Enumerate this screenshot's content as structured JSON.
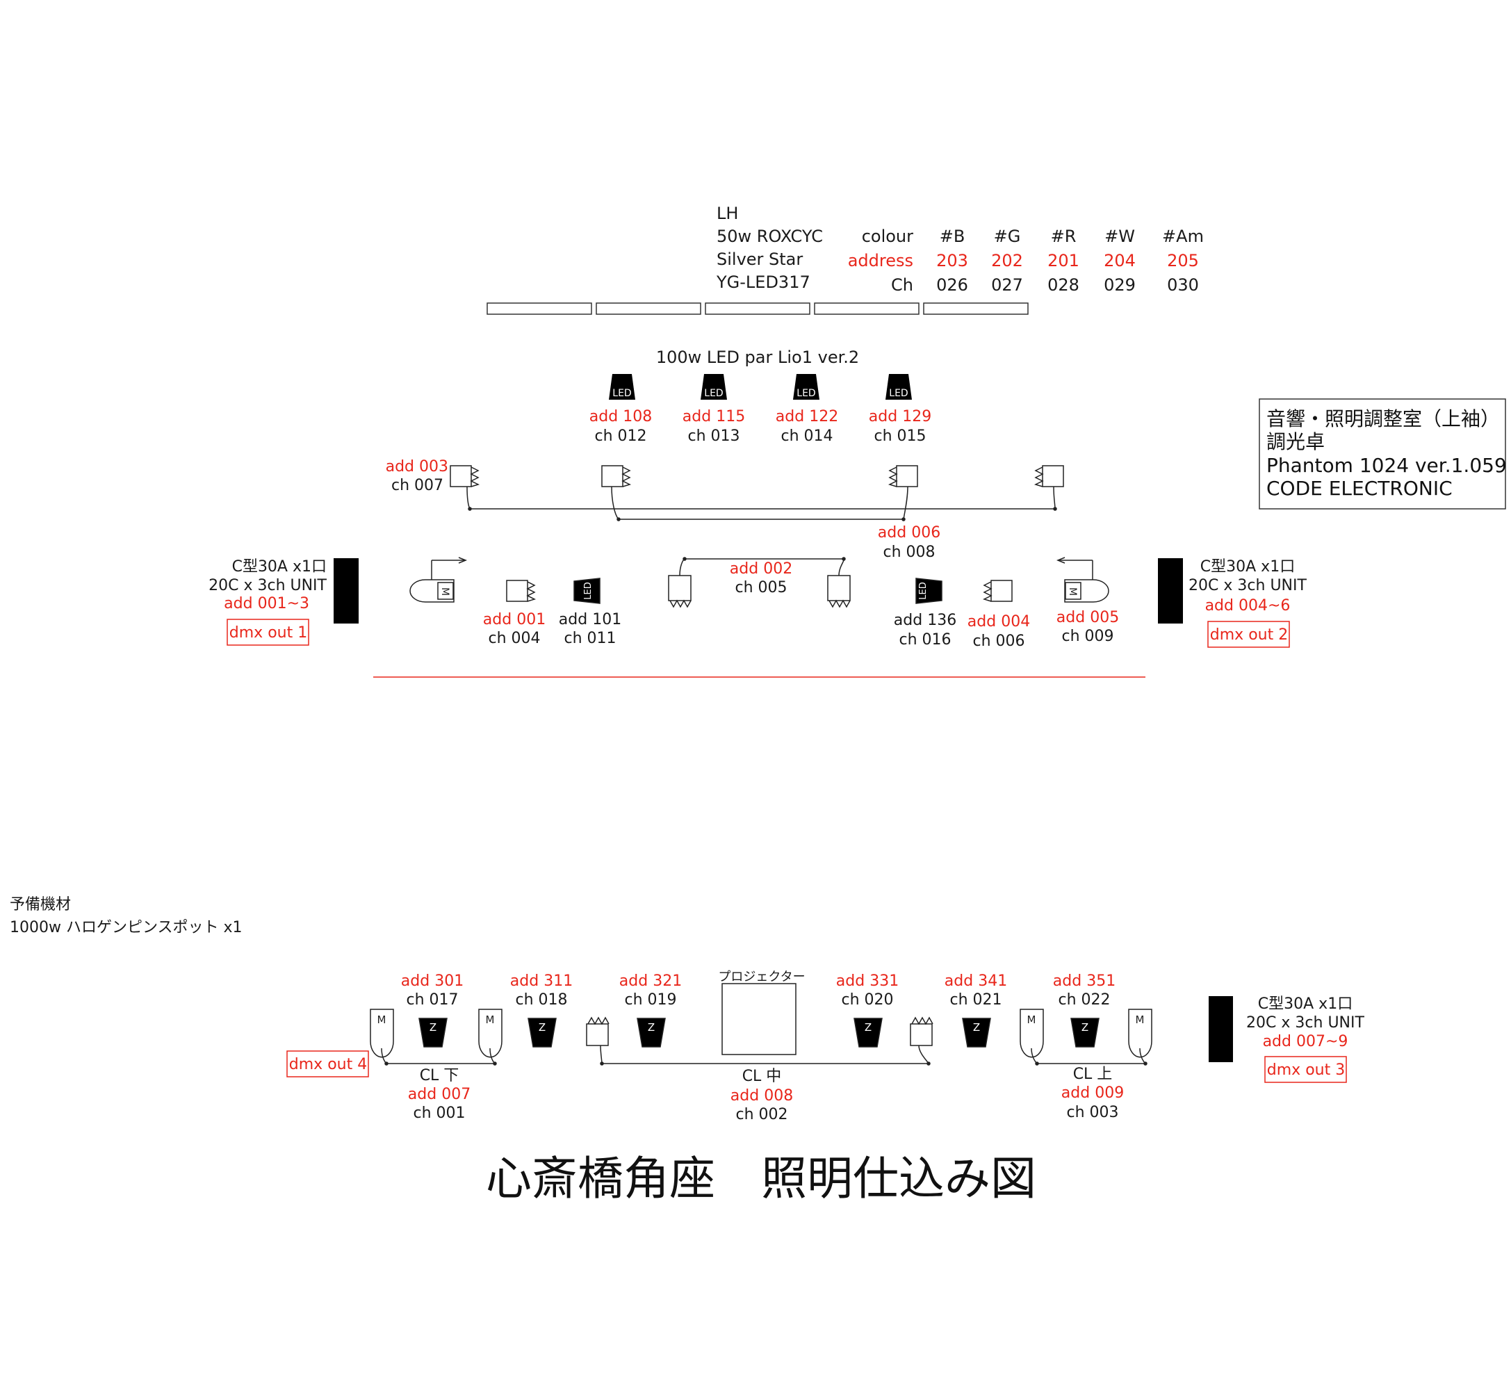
{
  "title": "心斎橋角座　照明仕込み図",
  "colors": {
    "red": "#e8261b",
    "black": "#000000",
    "line": "#222222"
  },
  "lh": {
    "lines": [
      "LH",
      "50w ROXCYC",
      "Silver Star",
      "YG-LED317"
    ],
    "row_labels": {
      "colour": "colour",
      "address": "address",
      "ch": "Ch"
    },
    "columns": [
      {
        "colour": "#B",
        "address": "203",
        "ch": "026"
      },
      {
        "colour": "#G",
        "address": "202",
        "ch": "027"
      },
      {
        "colour": "#R",
        "address": "201",
        "ch": "028"
      },
      {
        "colour": "#W",
        "address": "204",
        "ch": "029"
      },
      {
        "colour": "#Am",
        "address": "205",
        "ch": "030"
      }
    ]
  },
  "led_par": {
    "title": "100w LED par Lio1 ver.2",
    "icon_label": "LED",
    "units": [
      {
        "add": "add 108",
        "ch": "ch 012"
      },
      {
        "add": "add 115",
        "ch": "ch 013"
      },
      {
        "add": "add 122",
        "ch": "ch 014"
      },
      {
        "add": "add 129",
        "ch": "ch 015"
      }
    ]
  },
  "console": {
    "lines": [
      "音響・照明調整室（上袖）",
      "調光卓",
      "Phantom 1024 ver.1.059",
      "CODE ELECTRONIC"
    ]
  },
  "upper": {
    "add003": {
      "add": "add 003",
      "ch": "ch 007"
    },
    "add006": {
      "add": "add 006",
      "ch": "ch 008"
    },
    "add002": {
      "add": "add 002",
      "ch": "ch 005"
    },
    "add001": {
      "add": "add 001",
      "ch": "ch 004"
    },
    "add101": {
      "add": "add 101",
      "ch": "ch 011"
    },
    "add136": {
      "add": "add 136",
      "ch": "ch 016"
    },
    "add004": {
      "add": "add 004",
      "ch": "ch 006"
    },
    "add005": {
      "add": "add 005",
      "ch": "ch 009"
    },
    "moving_label": "M",
    "led_label": "LED"
  },
  "units": {
    "left": {
      "line1": "C型30A x1口",
      "line2": "20C x 3ch UNIT",
      "add": "add 001~3",
      "dmx": "dmx out 1"
    },
    "right": {
      "line1": "C型30A x1口",
      "line2": "20C x 3ch UNIT",
      "add": "add 004~6",
      "dmx": "dmx out 2"
    },
    "lower": {
      "line1": "C型30A x1口",
      "line2": "20C x 3ch UNIT",
      "add": "add 007~9",
      "dmx": "dmx out 3"
    }
  },
  "spare": {
    "lines": [
      "予備機材",
      "1000w ハロゲンピンスポット x1"
    ]
  },
  "lower": {
    "dmx_left": "dmx out 4",
    "projector": "プロジェクター",
    "z_label": "Z",
    "m_label": "M",
    "z_units": [
      {
        "add": "add 301",
        "ch": "ch 017"
      },
      {
        "add": "add 311",
        "ch": "ch 018"
      },
      {
        "add": "add 321",
        "ch": "ch 019"
      },
      {
        "add": "add 331",
        "ch": "ch 020"
      },
      {
        "add": "add 341",
        "ch": "ch 021"
      },
      {
        "add": "add 351",
        "ch": "ch 022"
      }
    ],
    "groups": [
      {
        "name": "CL 下",
        "add": "add 007",
        "ch": "ch 001"
      },
      {
        "name": "CL 中",
        "add": "add 008",
        "ch": "ch 002"
      },
      {
        "name": "CL 上",
        "add": "add 009",
        "ch": "ch 003"
      }
    ]
  }
}
